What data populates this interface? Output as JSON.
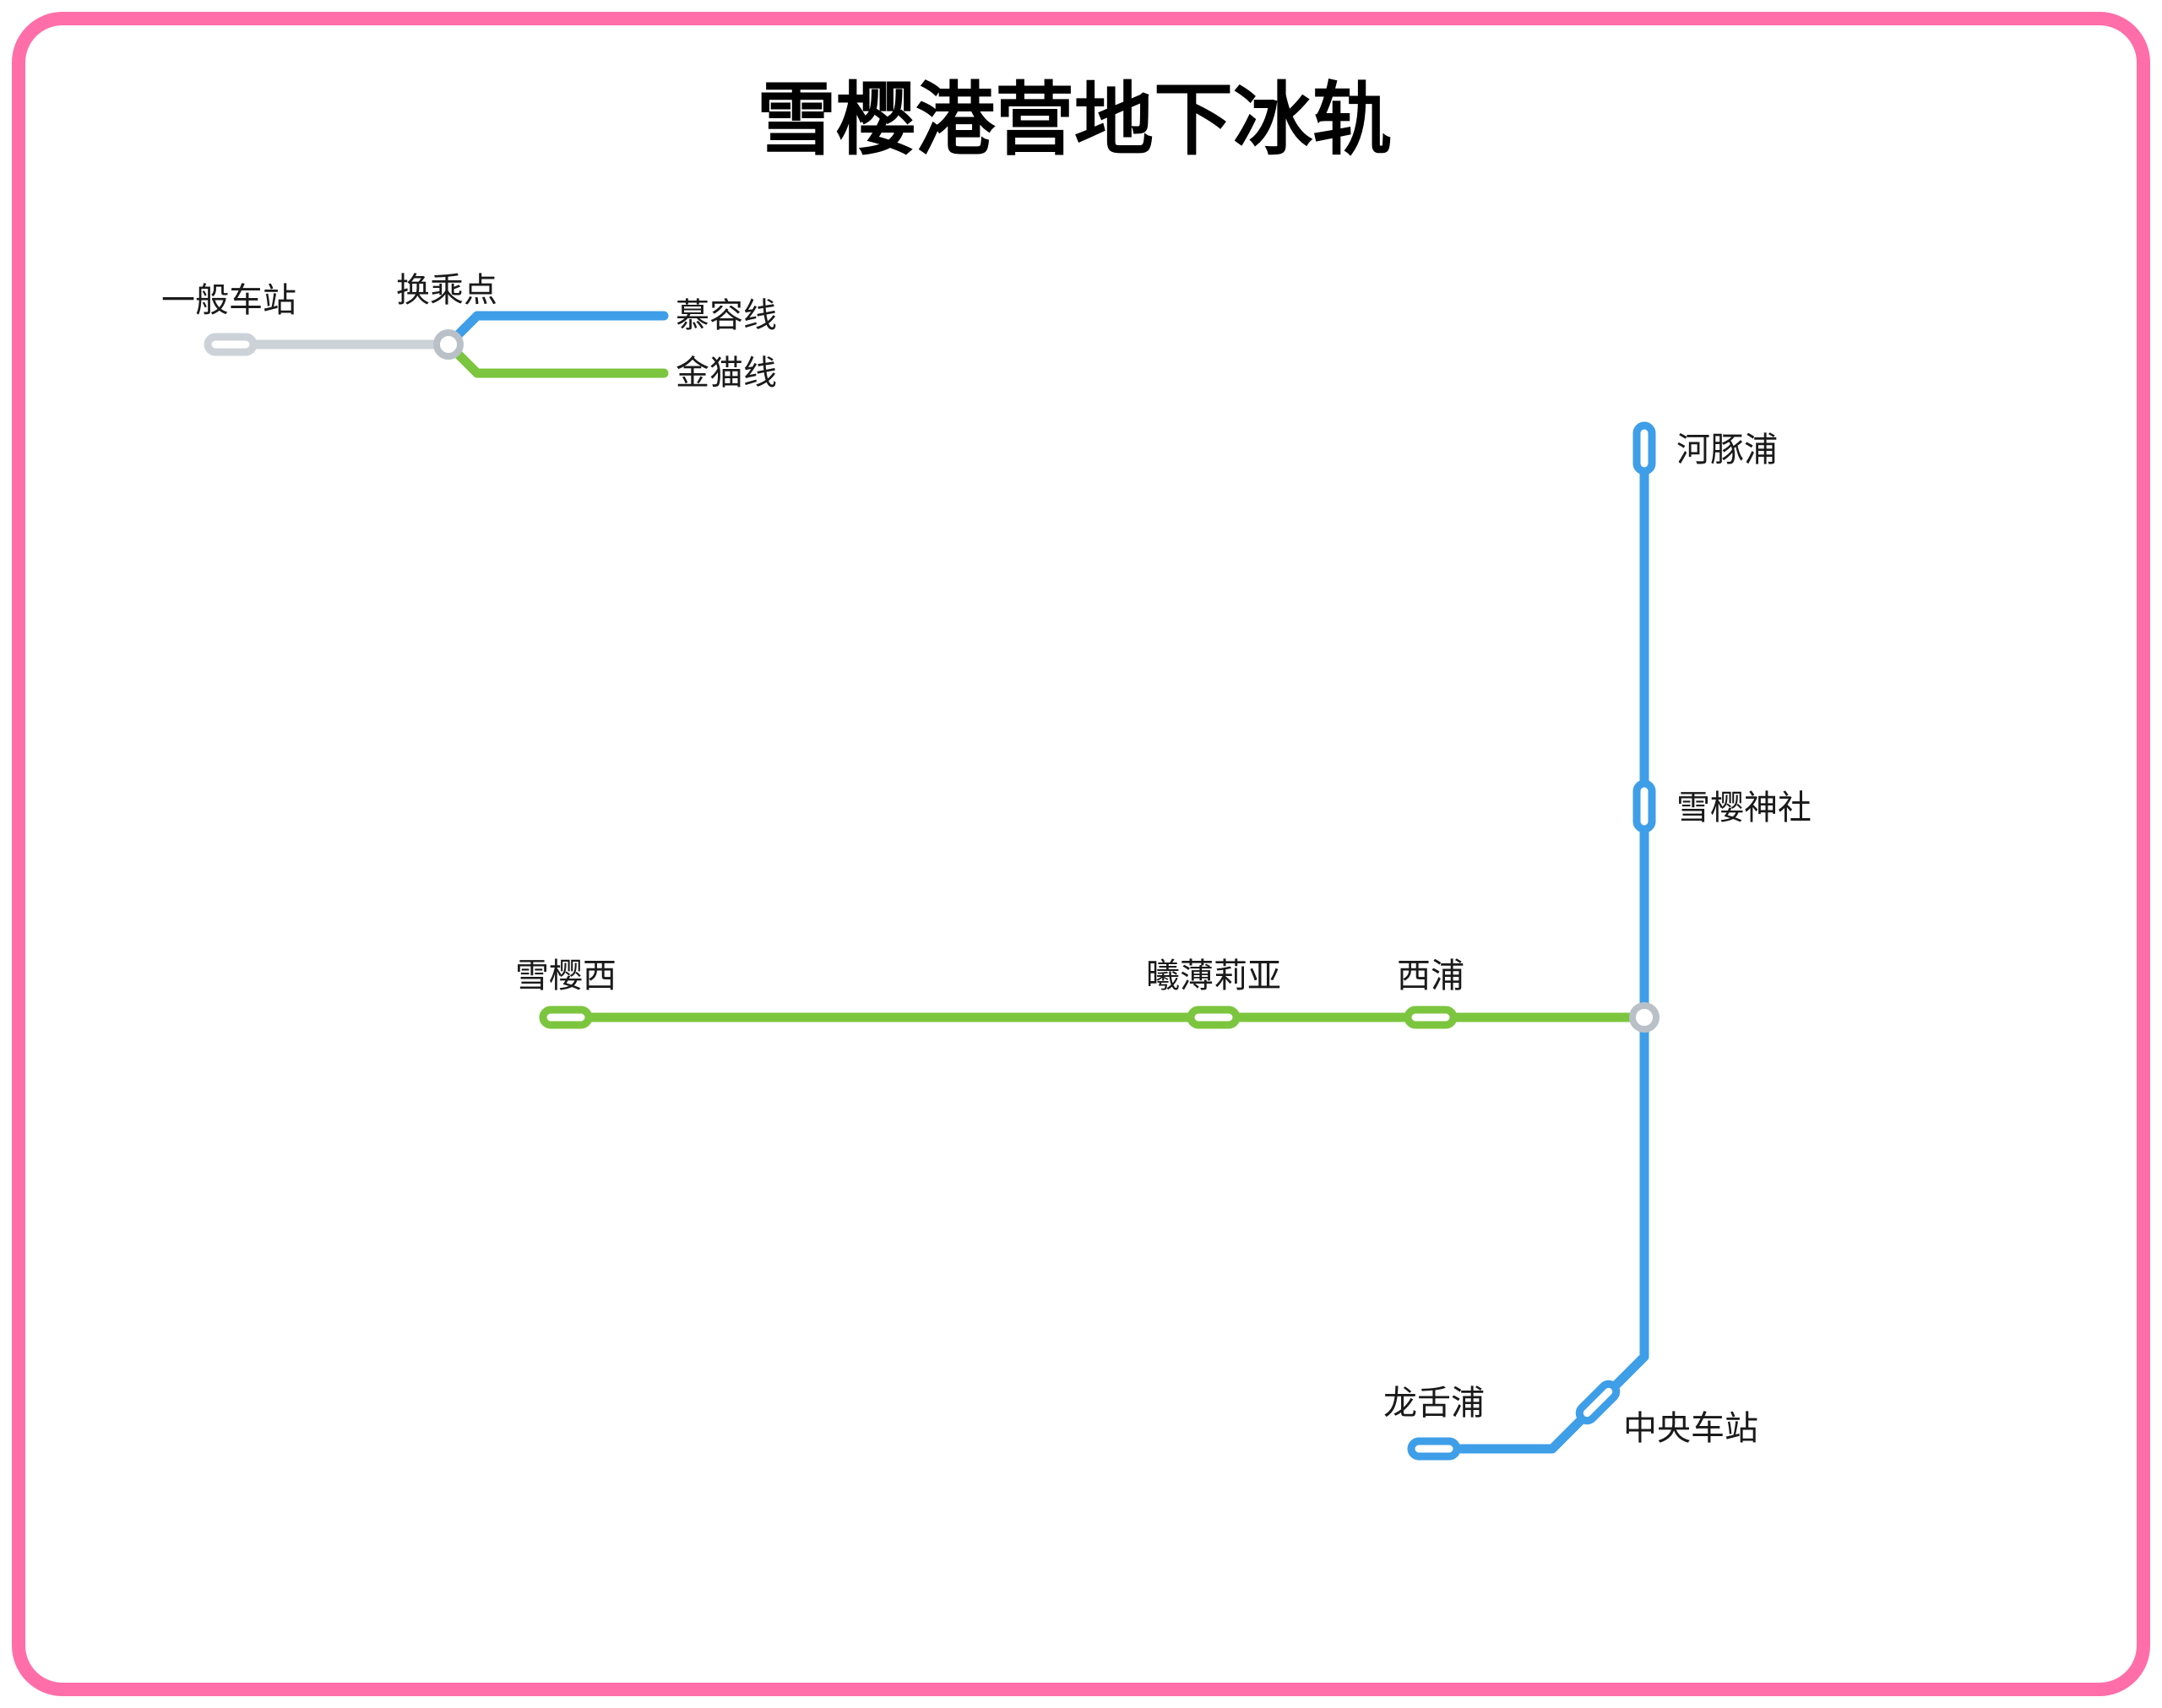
{
  "title": "雪樱港营地下冰轨",
  "colors": {
    "frame_pink": "#ff6ea9",
    "ordinary_gray": "#ccd2d8",
    "transfer_gray": "#b9c0c8",
    "label_black": "#1a1a1a"
  },
  "legend": {
    "ordinary_station": "一般车站",
    "transfer_point": "换乘点",
    "murong_line": "慕容线",
    "jinmao_line": "金猫线"
  },
  "lines": {
    "murong": {
      "name": "慕容线",
      "color": "#3f9ee8",
      "stations": [
        "河豚浦",
        "雪樱神社",
        "中央车站",
        "龙舌浦"
      ]
    },
    "jinmao": {
      "name": "金猫线",
      "color": "#7cc53e",
      "stations": [
        "雪樱西",
        "曦薄莉亚",
        "西浦"
      ]
    }
  },
  "stations": {
    "hetunpu": "河豚浦",
    "xueying_shrine": "雪樱神社",
    "central": "中央车站",
    "longshepu": "龙舌浦",
    "xueying_west": "雪樱西",
    "xibaoliya": "曦薄莉亚",
    "xipu": "西浦"
  }
}
